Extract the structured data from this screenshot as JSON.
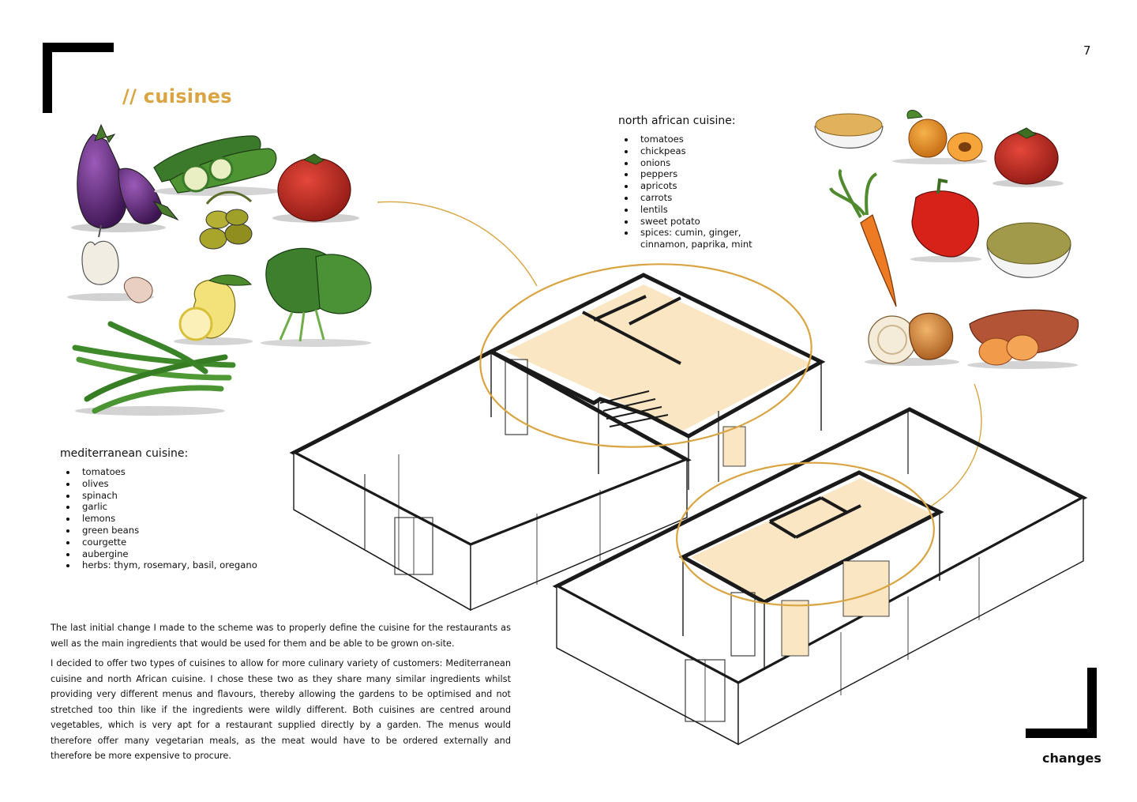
{
  "page": {
    "number": "7",
    "section_title": "// cuisines",
    "footer_label": "changes"
  },
  "north_african": {
    "title": "north african cuisine:",
    "items": [
      "tomatoes",
      "chickpeas",
      "onions",
      "peppers",
      "apricots",
      "carrots",
      "lentils",
      "sweet potato",
      "spices: cumin, ginger, cinnamon, paprika, mint"
    ]
  },
  "mediterranean": {
    "title": "mediterranean cuisine:",
    "items": [
      "tomatoes",
      "olives",
      "spinach",
      "garlic",
      "lemons",
      "green beans",
      "courgette",
      "aubergine",
      "herbs: thym, rosemary, basil, oregano"
    ]
  },
  "body": {
    "p1": "The last initial change I made to the scheme was to properly define the cuisine for the restaurants as well as the main ingredients that would be used for them and be able to be grown on-site.",
    "p2": "I decided to offer two types of cuisines to allow for more culinary variety of customers: Mediterranean cuisine and north African cuisine. I chose these two as they share many similar ingredients whilst providing very different menus and flavours, thereby allowing the gardens to be optimised and not stretched too thin like if the ingredients were wildly different. Both cuisines are centred around vegetables, which is very apt for a restaurant supplied directly by a garden. The menus would therefore offer many vegetarian meals, as the meat would have to be ordered externally and therefore be more expensive to procure."
  },
  "colors": {
    "accent": "#d9a441",
    "highlight_fill": "#fbe6c4",
    "line": "#1a1a1a"
  },
  "icons": {
    "mediterranean": [
      "aubergine-icon",
      "courgette-icon",
      "tomato-icon",
      "olives-icon",
      "garlic-icon",
      "lemon-icon",
      "spinach-icon",
      "green-beans-icon"
    ],
    "north_african": [
      "chickpeas-bowl-icon",
      "apricot-icon",
      "tomato-icon",
      "carrot-icon",
      "pepper-icon",
      "lentils-bowl-icon",
      "onion-icon",
      "sweet-potato-icon"
    ]
  }
}
